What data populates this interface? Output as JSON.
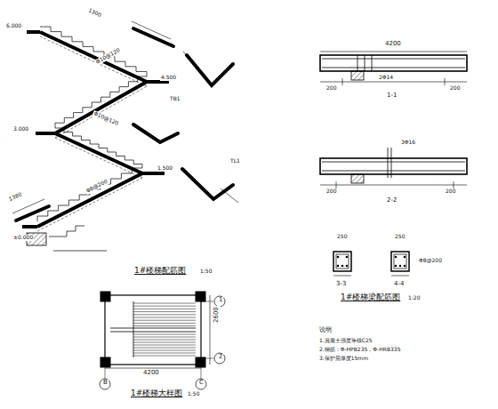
{
  "diagram": {
    "labels": [
      "1#楼梯配筋图",
      "1:50",
      "1#楼梯大样图",
      "1:50",
      "1#楼梯梁配筋图",
      "1:20",
      "说明",
      "1.混凝土强度等级C25",
      "2.钢筋：Φ-HPB235，Φ-HRB335",
      "3.保护层厚度15mm",
      "4200",
      "2600",
      "B",
      "C",
      "1",
      "2",
      "±0.000",
      "1.500",
      "3.000",
      "4.500",
      "6.000",
      "Φ8@200",
      "Φ10@120",
      "Φ10@120",
      "1380",
      "1300",
      "4200",
      "200",
      "200",
      "1-1",
      "2Φ14",
      "3Φ16",
      "200",
      "200",
      "2-2",
      "3-3",
      "4-4",
      "250",
      "250",
      "Φ8@200",
      "TL1",
      "TB1"
    ]
  }
}
